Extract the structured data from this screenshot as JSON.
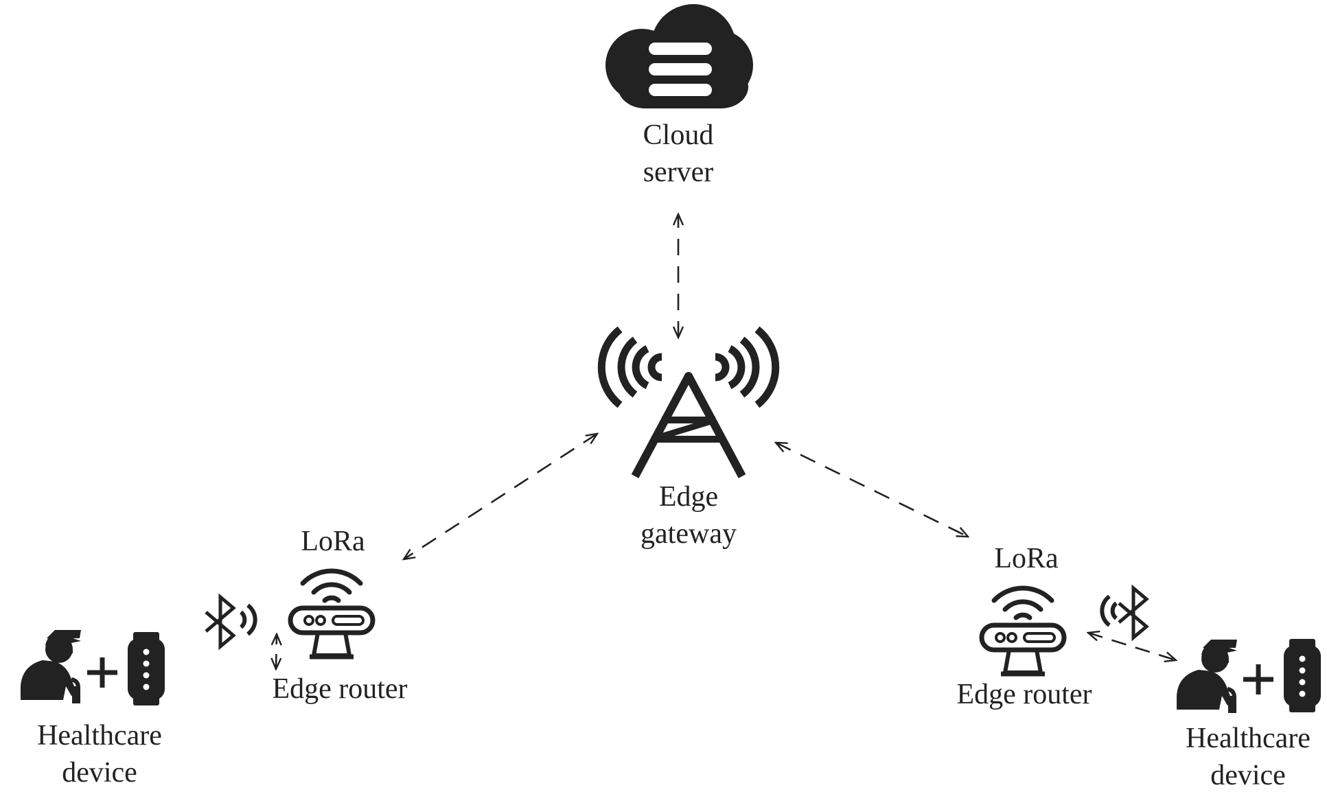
{
  "nodes": {
    "cloud_server": {
      "line1": "Cloud",
      "line2": "server"
    },
    "edge_gateway": {
      "line1": "Edge",
      "line2": "gateway"
    },
    "router_left": {
      "protocol": "LoRa",
      "name": "Edge router"
    },
    "router_right": {
      "protocol": "LoRa",
      "name": "Edge router"
    },
    "device_left": {
      "line1": "Healthcare",
      "line2": "device"
    },
    "device_right": {
      "line1": "Healthcare",
      "line2": "device"
    }
  },
  "links": [
    {
      "from": "Edge gateway",
      "to": "Cloud server",
      "style": "dashed",
      "arrows": "both"
    },
    {
      "from": "Edge gateway",
      "to": "Edge router (left)",
      "style": "dashed",
      "arrows": "both"
    },
    {
      "from": "Edge gateway",
      "to": "Edge router (right)",
      "style": "dashed",
      "arrows": "both"
    },
    {
      "from": "Edge router (left)",
      "to": "Healthcare device (left)",
      "style": "dashed",
      "arrows": "both",
      "medium": "bluetooth"
    },
    {
      "from": "Edge router (right)",
      "to": "Healthcare device (right)",
      "style": "dashed",
      "arrows": "both",
      "medium": "bluetooth"
    }
  ],
  "icons": {
    "cloud": "cloud-database-icon",
    "gateway": "radio-tower-icon",
    "router": "wifi-router-icon",
    "person": "elderly-person-cane-icon",
    "wearable": "smartwatch-icon",
    "bluetooth": "bluetooth-icon"
  },
  "colors": {
    "icon": "#222222",
    "text": "#222222",
    "background": "#ffffff"
  }
}
